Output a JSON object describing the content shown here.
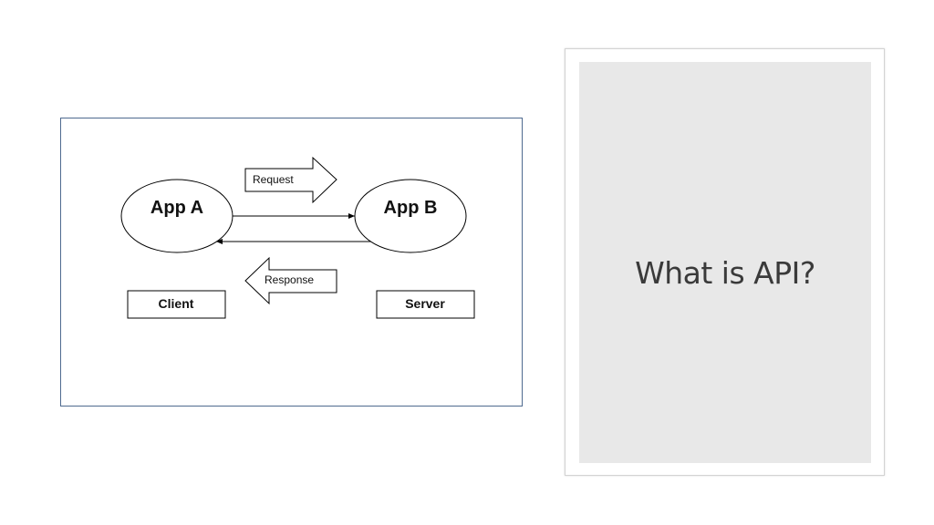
{
  "diagram": {
    "nodes": [
      {
        "id": "app-a",
        "label": "App A"
      },
      {
        "id": "app-b",
        "label": "App B"
      }
    ],
    "arrows": {
      "request_label": "Request",
      "response_label": "Response"
    },
    "roles": {
      "client_label": "Client",
      "server_label": "Server"
    },
    "colors": {
      "frame_border": "#4f6a8f",
      "stroke": "#000000"
    }
  },
  "slide": {
    "title": "What is API?",
    "panel_color": "#e8e8e8"
  }
}
